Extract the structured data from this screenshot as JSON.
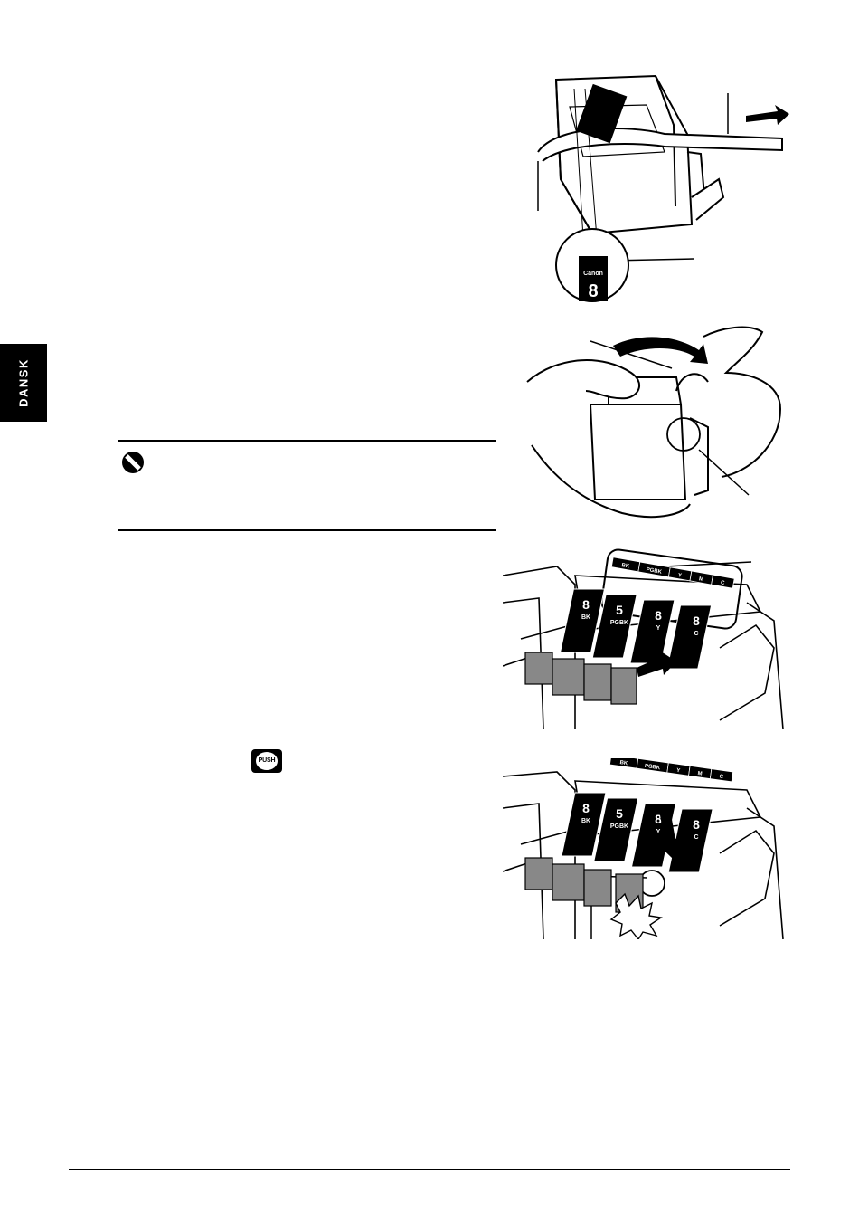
{
  "language_tab": "DANSK",
  "push_button_label": "PUSH",
  "illustrations": {
    "cartridge": {
      "brand": "Canon",
      "number": "8"
    },
    "slot_labels": [
      "BK",
      "PGBK",
      "Y",
      "M",
      "C"
    ],
    "installed_cartridges": [
      {
        "number": "8",
        "color": "BK"
      },
      {
        "number": "5",
        "color": "PGBK"
      },
      {
        "number": "8",
        "color": "Y"
      },
      {
        "number": "8",
        "color": "C"
      }
    ]
  }
}
